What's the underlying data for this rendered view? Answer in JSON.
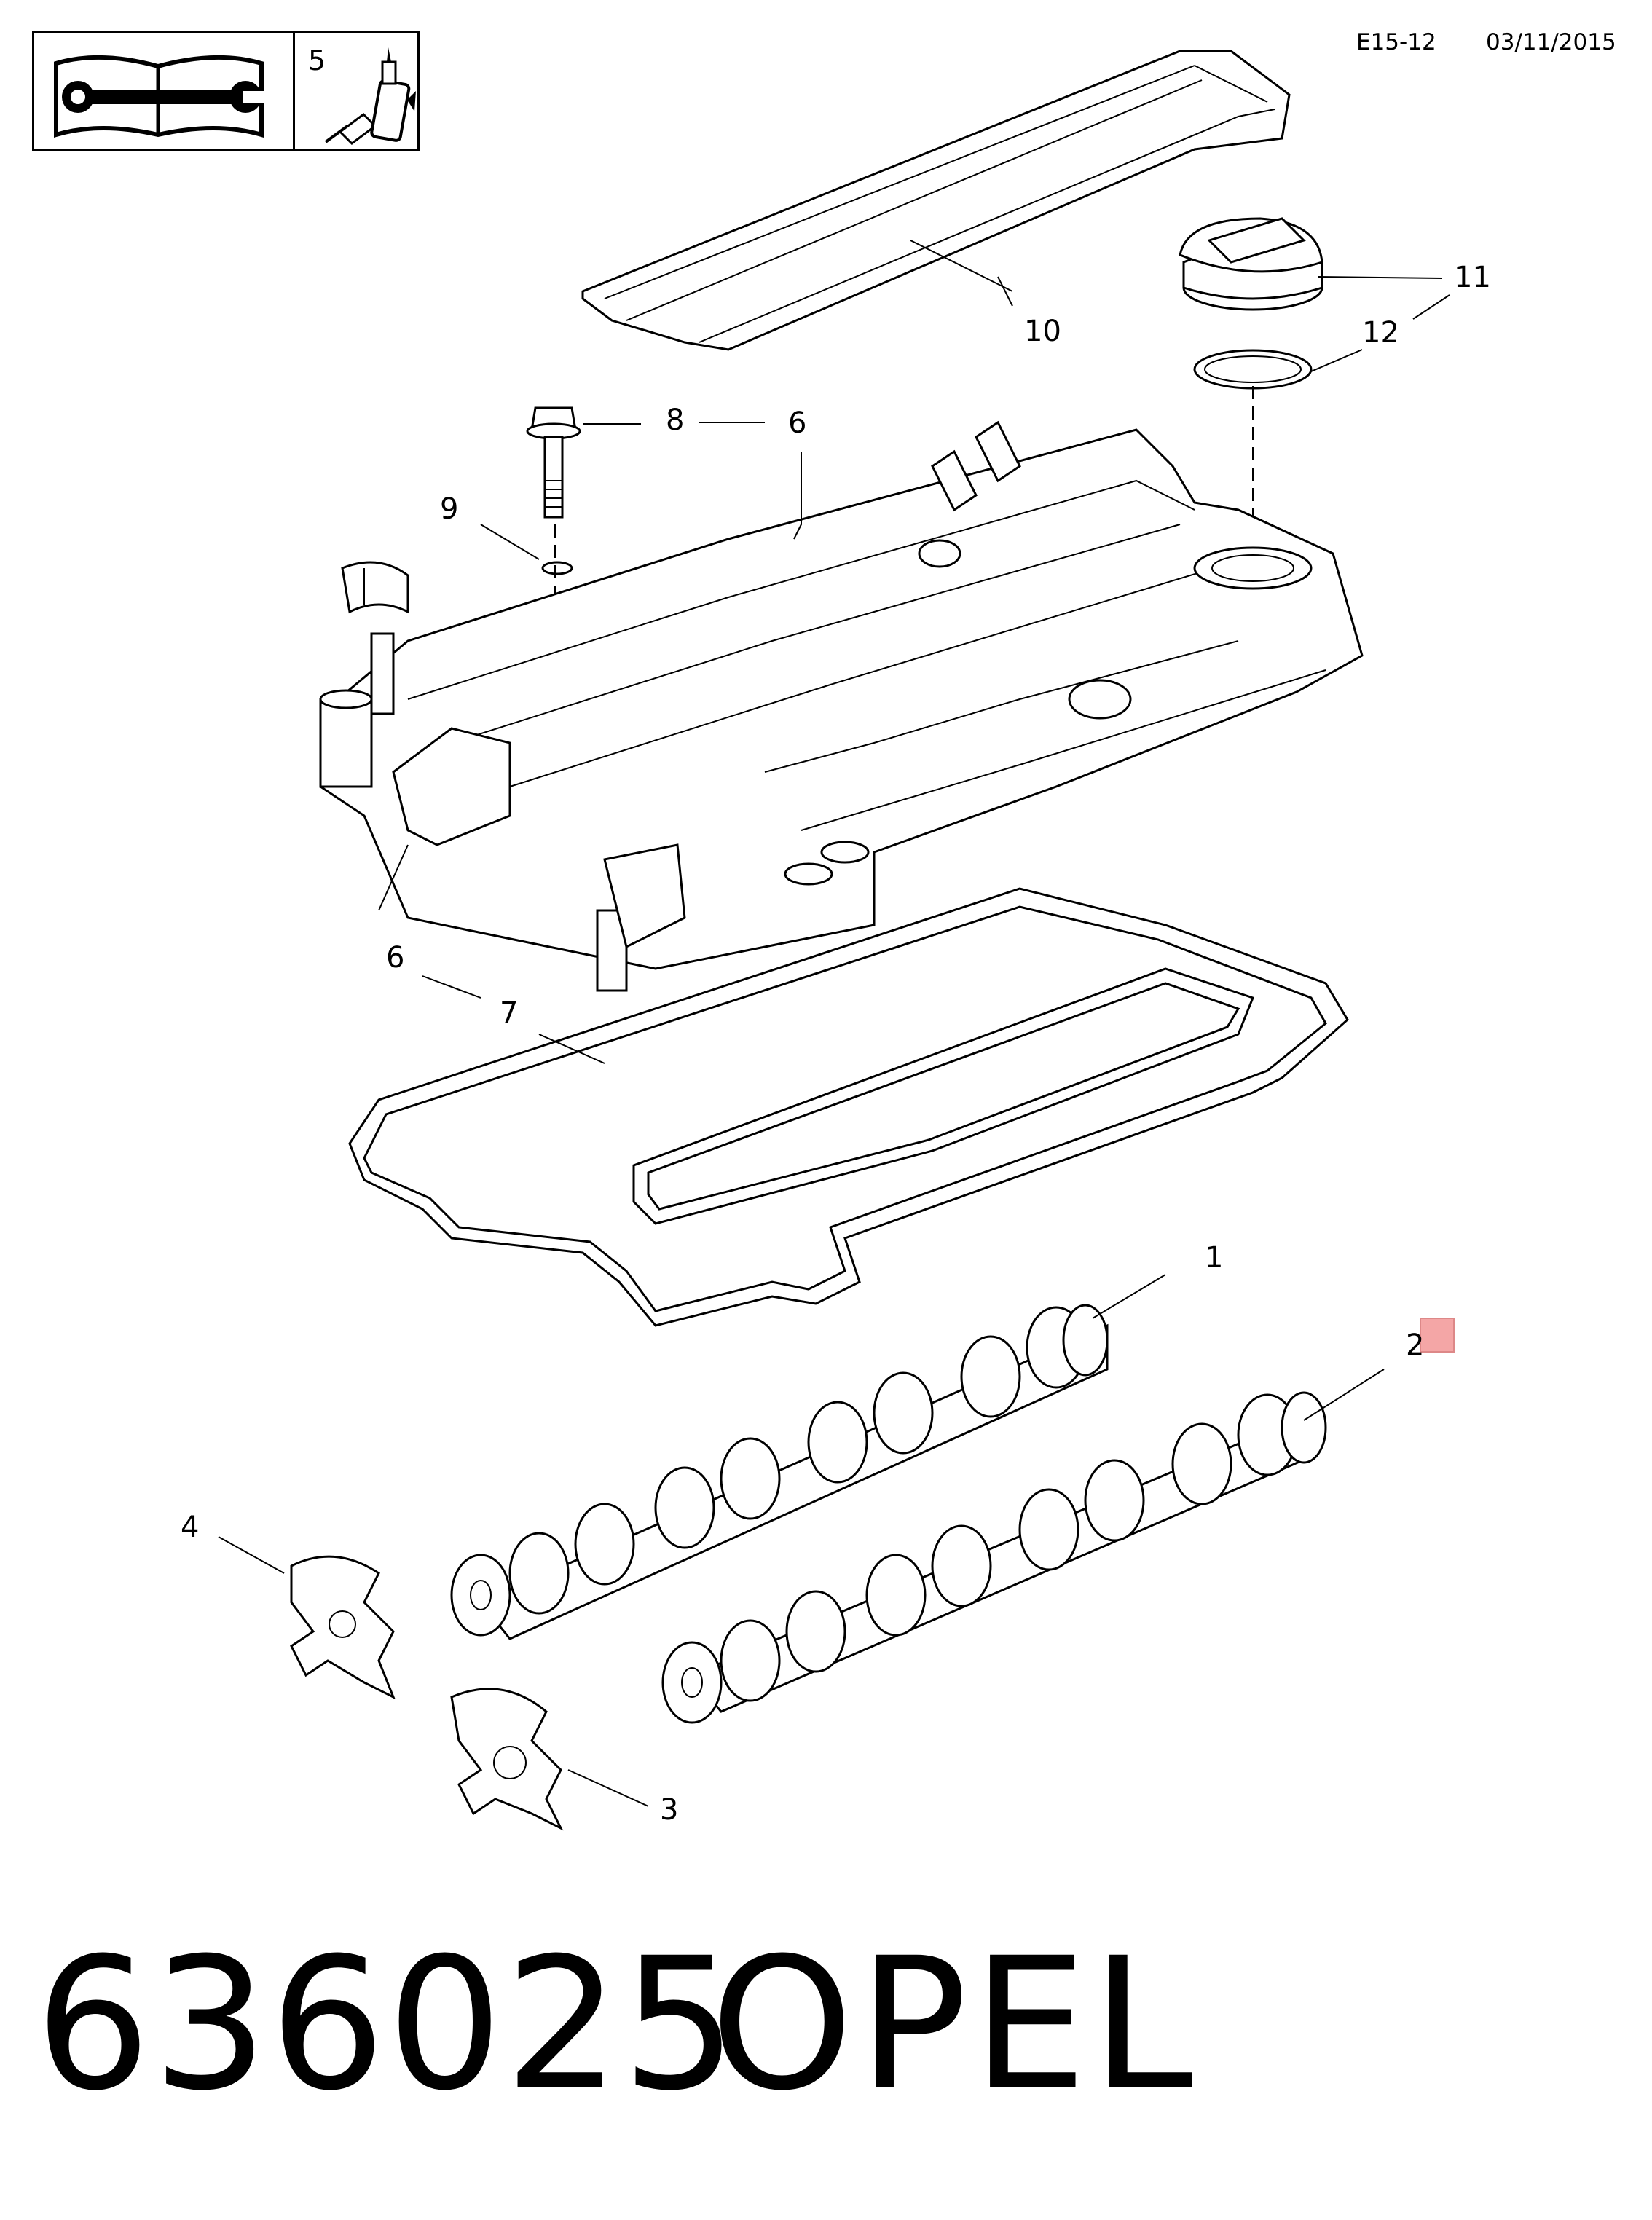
{
  "header": {
    "code": "E15-12",
    "date": "03/11/2015"
  },
  "legend": {
    "number": "5",
    "icons": [
      "manual-book-wrench-icon",
      "sealant-bottle-icon"
    ]
  },
  "callouts": {
    "c1": "1",
    "c2": "2",
    "c3": "3",
    "c4": "4",
    "c6a": "6",
    "c6b": "6",
    "c7": "7",
    "c8": "8",
    "c9": "9",
    "c10": "10",
    "c11": "11",
    "c12": "12"
  },
  "footer": {
    "part_number": "636025",
    "brand": "OPEL"
  },
  "colors": {
    "line": "#000000",
    "background": "#ffffff",
    "marker": "#f4a6a6"
  }
}
